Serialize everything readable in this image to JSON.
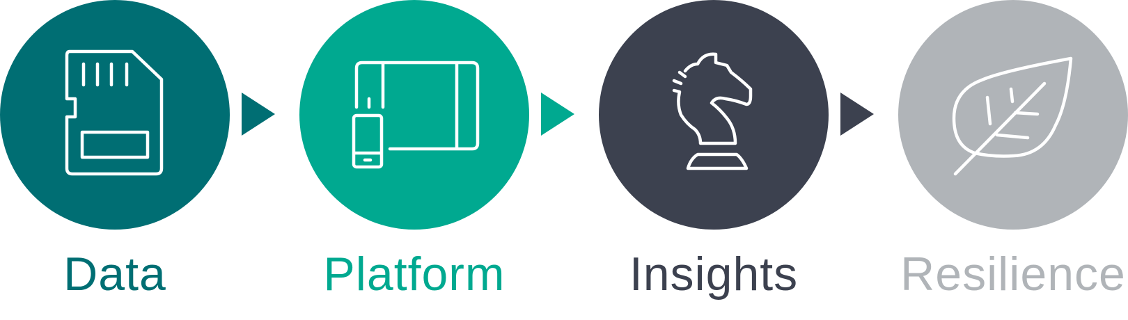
{
  "colors": {
    "data": "#006e73",
    "platform": "#00a990",
    "insights": "#3c414f",
    "resilience": "#b0b4b8",
    "icon_stroke": "#ffffff"
  },
  "steps": [
    {
      "label": "Data",
      "icon": "sd-card-icon"
    },
    {
      "label": "Platform",
      "icon": "devices-icon"
    },
    {
      "label": "Insights",
      "icon": "chess-knight-icon"
    },
    {
      "label": "Resilience",
      "icon": "leaf-icon"
    }
  ],
  "arrows": [
    {
      "icon": "arrow-right-icon",
      "color": "#006e73"
    },
    {
      "icon": "arrow-right-icon",
      "color": "#00a990"
    },
    {
      "icon": "arrow-right-icon",
      "color": "#3c414f"
    }
  ]
}
